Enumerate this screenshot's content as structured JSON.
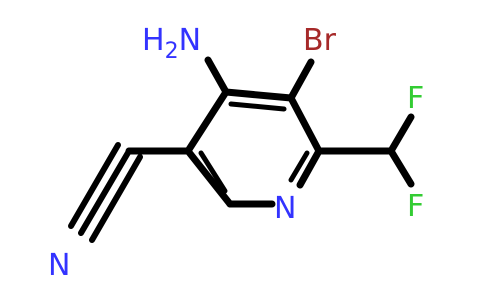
{
  "colors": {
    "bond": "#000000",
    "nitrogen": "#3333ff",
    "bromine": "#a62929",
    "fluorine": "#33cc33",
    "background": "#ffffff"
  },
  "atoms": {
    "amino_n": "N",
    "amino_h": "H",
    "amino_sub": "2",
    "bromine": "Br",
    "ring_n": "N",
    "fluorine_top": "F",
    "fluorine_bottom": "F",
    "nitrile_n": "N"
  }
}
